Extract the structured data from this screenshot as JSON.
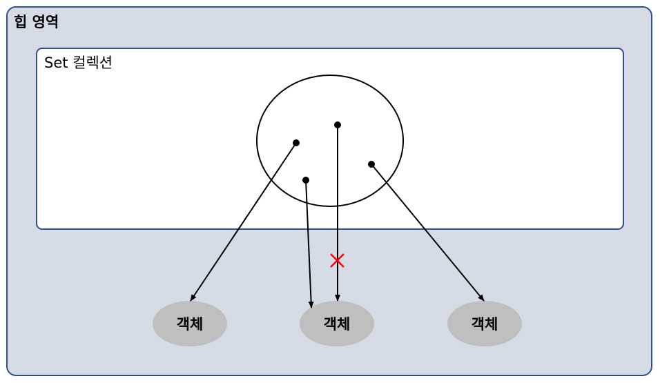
{
  "heap": {
    "title": "힙 영역"
  },
  "set_collection": {
    "title": "Set 컬렉션"
  },
  "objects": [
    {
      "label": "객체"
    },
    {
      "label": "객체"
    },
    {
      "label": "객체"
    }
  ],
  "colors": {
    "heap_fill": "#d6dce5",
    "border": "#2f4f8f",
    "object_fill": "#bfbfbf",
    "reject_mark": "#ff0000"
  }
}
